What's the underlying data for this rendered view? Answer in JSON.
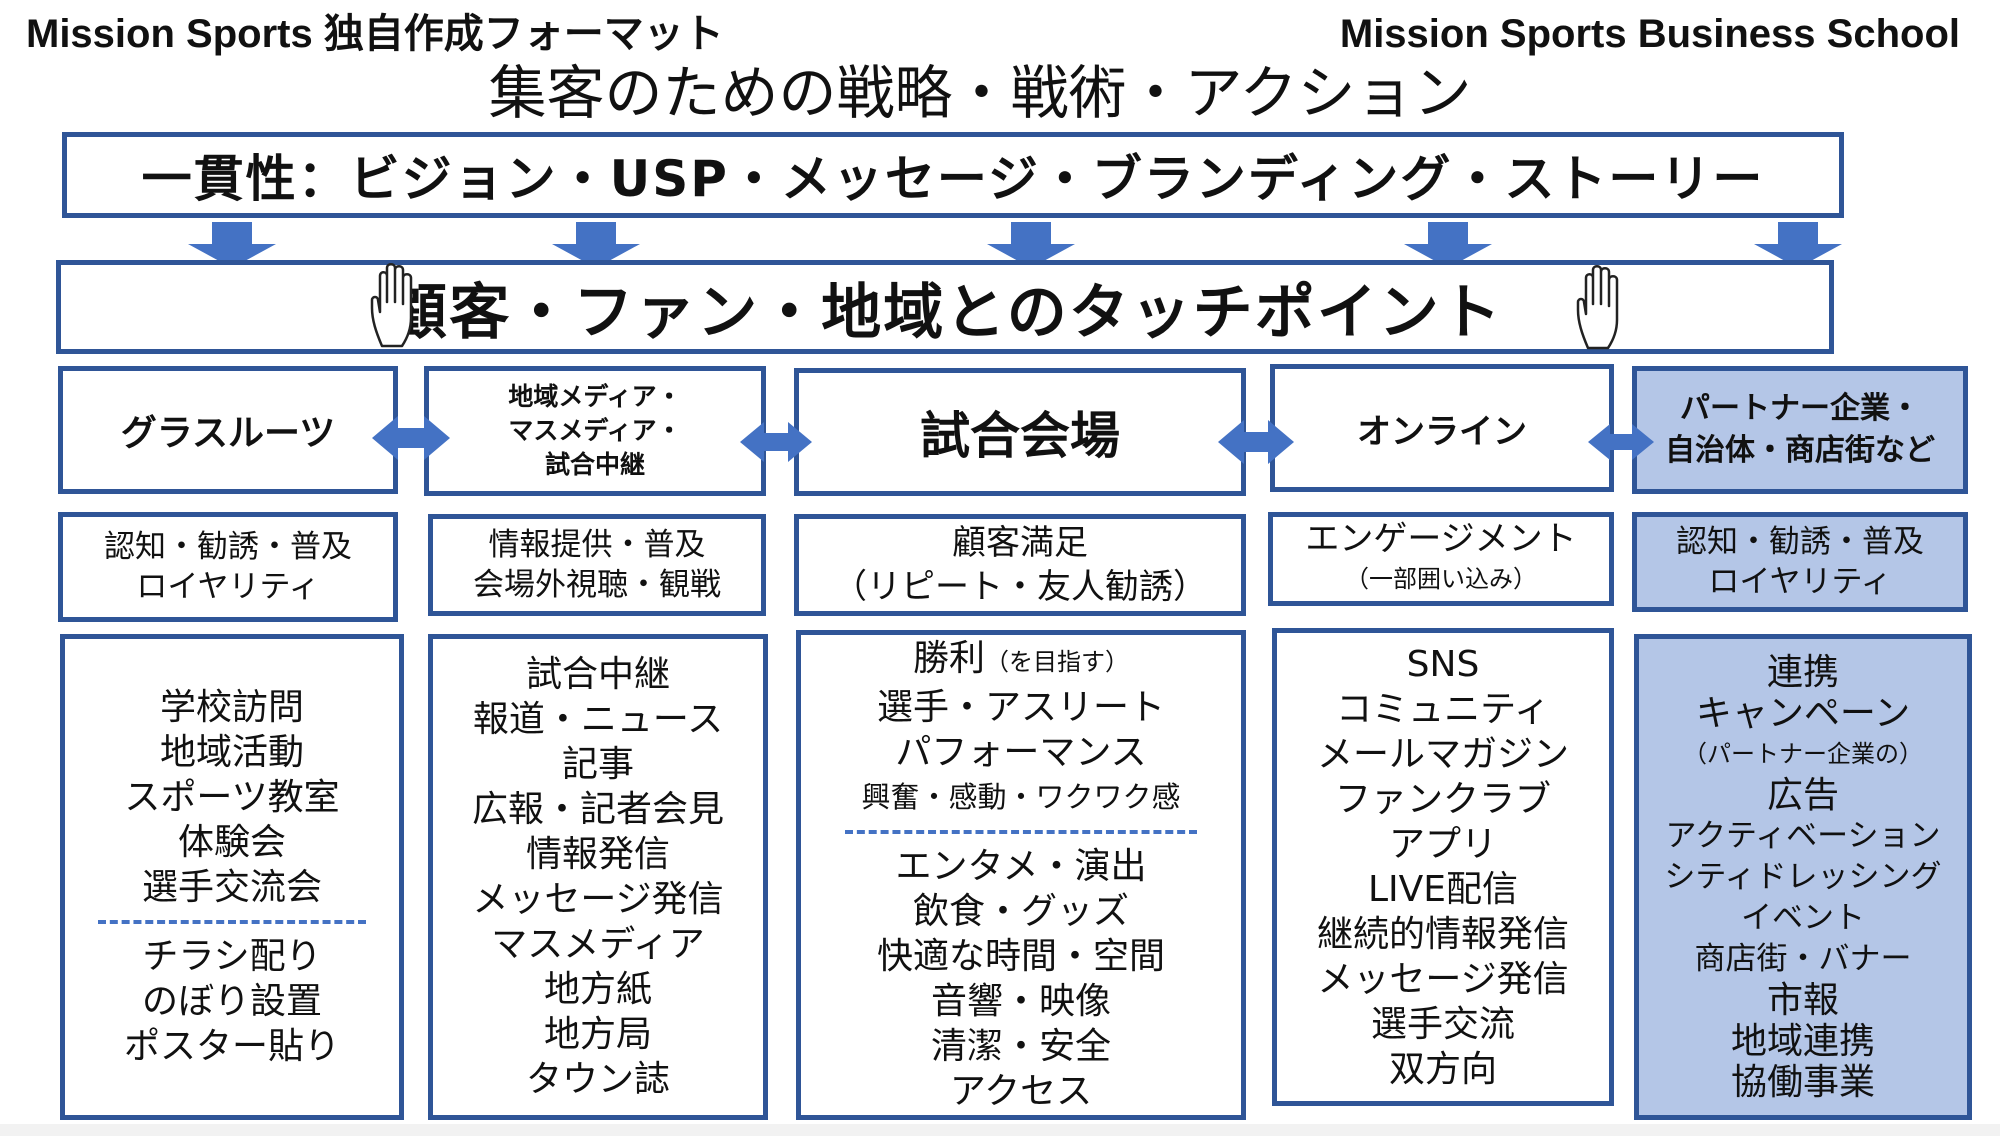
{
  "header": {
    "left": "Mission Sports 独自作成フォーマット",
    "right": "Mission Sports Business School"
  },
  "title": "集客のための戦略・戦術・アクション",
  "consistency": "一貫性：ビジョン・USP・メッセージ・ブランディング・ストーリー",
  "touchpoints": "顧客・ファン・地域とのタッチポイント",
  "colors": {
    "border": "#2f5597",
    "arrow": "#4472c4",
    "shaded": "#b4c6e7"
  },
  "icons": [
    "down-arrow-icon",
    "double-arrow-icon",
    "hand-icon"
  ],
  "columns": [
    {
      "category": [
        "グラスルーツ"
      ],
      "purpose": [
        "認知・勧誘・普及",
        "ロイヤリティ"
      ],
      "actions": [
        "学校訪問",
        "地域活動",
        "スポーツ教室",
        "体験会",
        "選手交流会"
      ],
      "actions2": [
        "チラシ配り",
        "のぼり設置",
        "ポスター貼り"
      ]
    },
    {
      "category": [
        "地域メディア・",
        "マスメディア・",
        "試合中継"
      ],
      "purpose": [
        "情報提供・普及",
        "会場外視聴・観戦"
      ],
      "actions": [
        "試合中継",
        "報道・ニュース",
        "記事",
        "広報・記者会見",
        "情報発信",
        "メッセージ発信",
        "マスメディア",
        "地方紙",
        "地方局",
        "タウン誌"
      ]
    },
    {
      "category": [
        "試合会場"
      ],
      "purpose": [
        "顧客満足",
        "（リピート・友人勧誘）"
      ],
      "actions_top": {
        "win": "勝利",
        "win_note": "（を目指す）",
        "athlete": "選手・アスリート",
        "performance": "パフォーマンス",
        "emotion": "興奮・感動・ワクワク感"
      },
      "actions2": [
        "エンタメ・演出",
        "飲食・グッズ",
        "快適な時間・空間",
        "音響・映像",
        "清潔・安全",
        "アクセス"
      ]
    },
    {
      "category": [
        "オンライン"
      ],
      "purpose_main": "エンゲージメント",
      "purpose_note": "（一部囲い込み）",
      "actions": [
        "SNS",
        "コミュニティ",
        "メールマガジン",
        "ファンクラブ",
        "アプリ",
        "LIVE配信",
        "継続的情報発信",
        "メッセージ発信",
        "選手交流",
        "双方向"
      ]
    },
    {
      "category": [
        "パートナー企業・",
        "自治体・商店街など"
      ],
      "purpose": [
        "認知・勧誘・普及",
        "ロイヤリティ"
      ],
      "actions": {
        "a1": "連携",
        "a2": "キャンペーン",
        "a2_note": "（パートナー企業の）",
        "a3": "広告",
        "a4": "アクティベーション",
        "a5": "シティドレッシング",
        "a6": "イベント",
        "a7": "商店街・バナー",
        "a8": "市報",
        "a9": "地域連携",
        "a10": "協働事業"
      }
    }
  ]
}
